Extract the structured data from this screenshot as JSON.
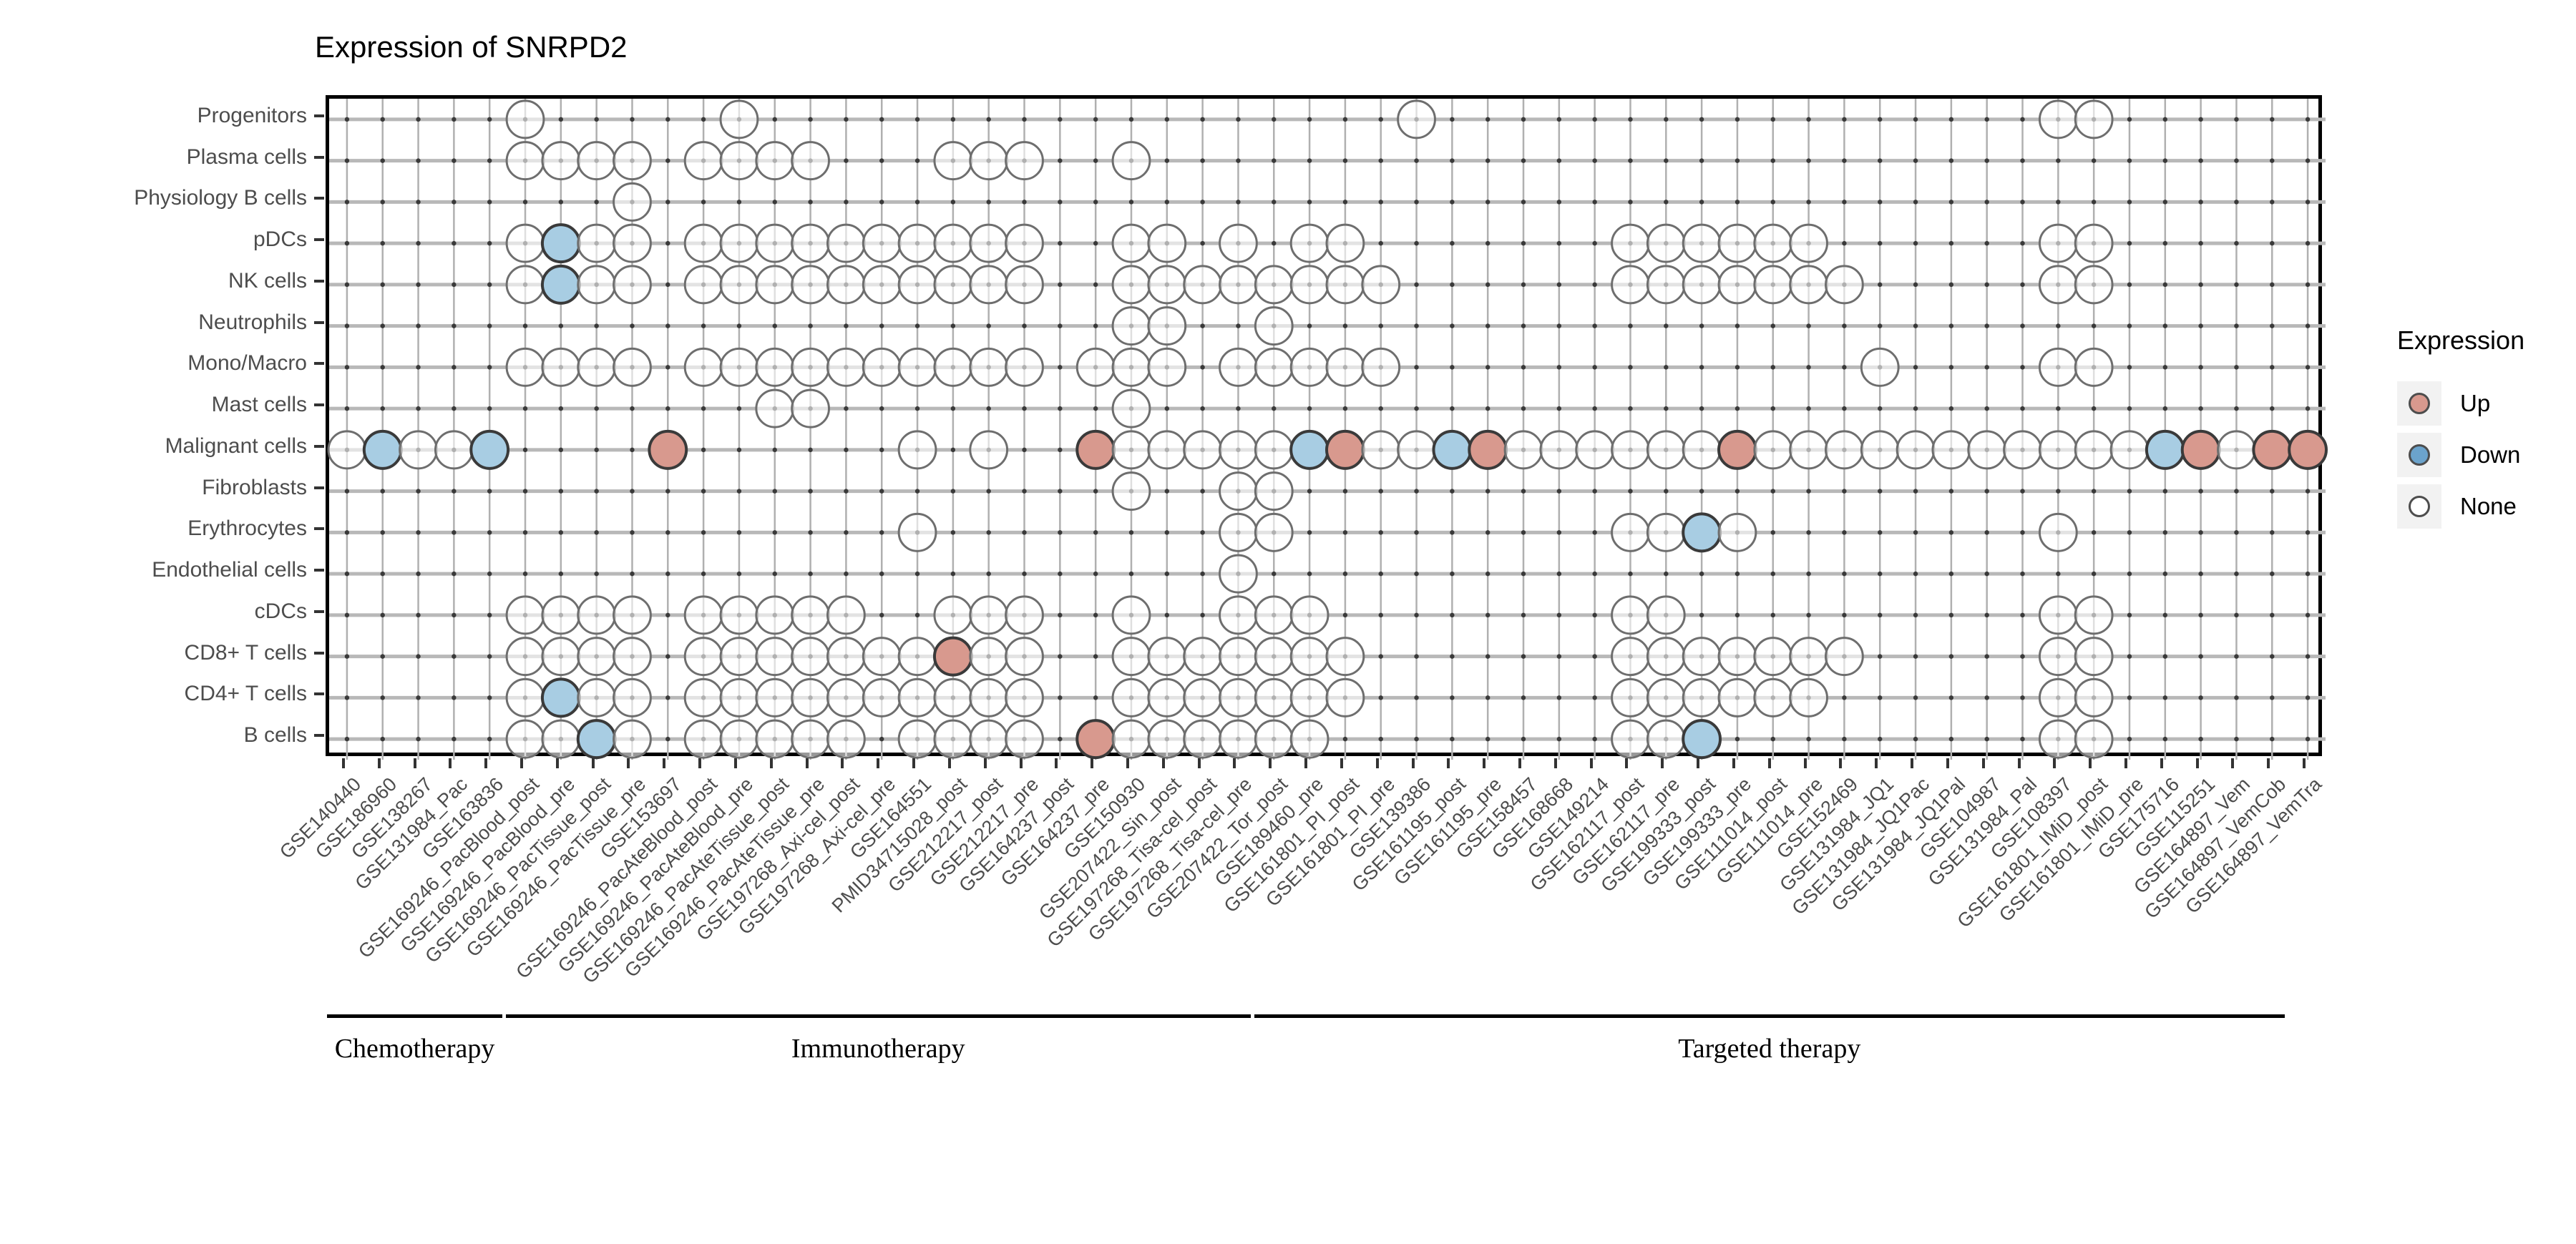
{
  "title": "Expression of SNRPD2",
  "legend": {
    "title": "Expression",
    "items": [
      {
        "label": "Up",
        "color": "#d8998e"
      },
      {
        "label": "Down",
        "color": "#6ba3cc"
      },
      {
        "label": "None",
        "color": "#ffffff"
      }
    ]
  },
  "groups": [
    {
      "label": "Chemotherapy",
      "start": 0,
      "end": 4
    },
    {
      "label": "Immunotherapy",
      "start": 5,
      "end": 25
    },
    {
      "label": "Targeted therapy",
      "start": 26,
      "end": 54
    }
  ],
  "chart_data": {
    "type": "heatmap",
    "title": "Expression of SNRPD2",
    "xlabel": "",
    "ylabel": "",
    "grid": true,
    "legend_position": "right",
    "categories_y": [
      "Progenitors",
      "Plasma cells",
      "Physiology B cells",
      "pDCs",
      "NK cells",
      "Neutrophils",
      "Mono/Macro",
      "Mast cells",
      "Malignant cells",
      "Fibroblasts",
      "Erythrocytes",
      "Endothelial cells",
      "cDCs",
      "CD8+ T cells",
      "CD4+ T cells",
      "B cells"
    ],
    "categories_x": [
      "GSE140440",
      "GSE186960",
      "GSE138267",
      "GSE131984_Pac",
      "GSE163836",
      "GSE169246_PacBlood_post",
      "GSE169246_PacBlood_pre",
      "GSE169246_PacTissue_post",
      "GSE169246_PacTissue_pre",
      "GSE153697",
      "GSE169246_PacAteBlood_post",
      "GSE169246_PacAteBlood_pre",
      "GSE169246_PacAteTissue_post",
      "GSE169246_PacAteTissue_pre",
      "GSE197268_Axi-cel_post",
      "GSE197268_Axi-cel_pre",
      "GSE164551",
      "PMID34715028_post",
      "GSE212217_post",
      "GSE212217_pre",
      "GSE164237_post",
      "GSE164237_pre",
      "GSE150930",
      "GSE207422_Sin_post",
      "GSE197268_Tisa-cel_post",
      "GSE197268_Tisa-cel_pre",
      "GSE207422_Tor_post",
      "GSE189460_pre",
      "GSE161801_PI_post",
      "GSE161801_PI_pre",
      "GSE139386",
      "GSE161195_post",
      "GSE161195_pre",
      "GSE158457",
      "GSE168668",
      "GSE149214",
      "GSE162117_post",
      "GSE162117_pre",
      "GSE199333_post",
      "GSE199333_pre",
      "GSE111014_post",
      "GSE111014_pre",
      "GSE152469",
      "GSE131984_JQ1",
      "GSE131984_JQ1Pac",
      "GSE131984_JQ1Pal",
      "GSE104987",
      "GSE131984_Pal",
      "GSE108397",
      "GSE161801_IMiD_post",
      "GSE161801_IMiD_pre",
      "GSE175716",
      "GSE115251",
      "GSE164897_Vem",
      "GSE164897_VemCob",
      "GSE164897_VemTra"
    ],
    "value_labels": {
      "1": "Up",
      "-1": "Down",
      "0": "None"
    },
    "note": "matrix rows follow categories_y order (top to bottom); each entry is [x_index, value] for present cells; absent cells are blank",
    "matrix": [
      {
        "row": "Progenitors",
        "cells": [
          [
            5,
            0
          ],
          [
            11,
            0
          ],
          [
            30,
            0
          ],
          [
            48,
            0
          ],
          [
            49,
            0
          ]
        ]
      },
      {
        "row": "Plasma cells",
        "cells": [
          [
            5,
            0
          ],
          [
            6,
            0
          ],
          [
            7,
            0
          ],
          [
            8,
            0
          ],
          [
            10,
            0
          ],
          [
            11,
            0
          ],
          [
            12,
            0
          ],
          [
            13,
            0
          ],
          [
            17,
            0
          ],
          [
            18,
            0
          ],
          [
            19,
            0
          ],
          [
            22,
            0
          ]
        ]
      },
      {
        "row": "Physiology B cells",
        "cells": [
          [
            8,
            0
          ]
        ]
      },
      {
        "row": "pDCs",
        "cells": [
          [
            5,
            0
          ],
          [
            6,
            -1
          ],
          [
            7,
            0
          ],
          [
            8,
            0
          ],
          [
            10,
            0
          ],
          [
            11,
            0
          ],
          [
            12,
            0
          ],
          [
            13,
            0
          ],
          [
            14,
            0
          ],
          [
            15,
            0
          ],
          [
            16,
            0
          ],
          [
            17,
            0
          ],
          [
            18,
            0
          ],
          [
            19,
            0
          ],
          [
            22,
            0
          ],
          [
            23,
            0
          ],
          [
            25,
            0
          ],
          [
            27,
            0
          ],
          [
            28,
            0
          ],
          [
            36,
            0
          ],
          [
            37,
            0
          ],
          [
            38,
            0
          ],
          [
            39,
            0
          ],
          [
            40,
            0
          ],
          [
            41,
            0
          ],
          [
            48,
            0
          ],
          [
            49,
            0
          ]
        ]
      },
      {
        "row": "NK cells",
        "cells": [
          [
            5,
            0
          ],
          [
            6,
            -1
          ],
          [
            7,
            0
          ],
          [
            8,
            0
          ],
          [
            10,
            0
          ],
          [
            11,
            0
          ],
          [
            12,
            0
          ],
          [
            13,
            0
          ],
          [
            14,
            0
          ],
          [
            15,
            0
          ],
          [
            16,
            0
          ],
          [
            17,
            0
          ],
          [
            18,
            0
          ],
          [
            19,
            0
          ],
          [
            22,
            0
          ],
          [
            23,
            0
          ],
          [
            24,
            0
          ],
          [
            25,
            0
          ],
          [
            26,
            0
          ],
          [
            27,
            0
          ],
          [
            28,
            0
          ],
          [
            29,
            0
          ],
          [
            36,
            0
          ],
          [
            37,
            0
          ],
          [
            38,
            0
          ],
          [
            39,
            0
          ],
          [
            40,
            0
          ],
          [
            41,
            0
          ],
          [
            42,
            0
          ],
          [
            48,
            0
          ],
          [
            49,
            0
          ]
        ]
      },
      {
        "row": "Neutrophils",
        "cells": [
          [
            22,
            0
          ],
          [
            23,
            0
          ],
          [
            26,
            0
          ]
        ]
      },
      {
        "row": "Mono/Macro",
        "cells": [
          [
            5,
            0
          ],
          [
            6,
            0
          ],
          [
            7,
            0
          ],
          [
            8,
            0
          ],
          [
            10,
            0
          ],
          [
            11,
            0
          ],
          [
            12,
            0
          ],
          [
            13,
            0
          ],
          [
            14,
            0
          ],
          [
            15,
            0
          ],
          [
            16,
            0
          ],
          [
            17,
            0
          ],
          [
            18,
            0
          ],
          [
            19,
            0
          ],
          [
            21,
            0
          ],
          [
            22,
            0
          ],
          [
            23,
            0
          ],
          [
            25,
            0
          ],
          [
            26,
            0
          ],
          [
            27,
            0
          ],
          [
            28,
            0
          ],
          [
            29,
            0
          ],
          [
            43,
            0
          ],
          [
            48,
            0
          ],
          [
            49,
            0
          ]
        ]
      },
      {
        "row": "Mast cells",
        "cells": [
          [
            12,
            0
          ],
          [
            13,
            0
          ],
          [
            22,
            0
          ]
        ]
      },
      {
        "row": "Malignant cells",
        "cells": [
          [
            0,
            0
          ],
          [
            1,
            -1
          ],
          [
            2,
            0
          ],
          [
            3,
            0
          ],
          [
            4,
            -1
          ],
          [
            9,
            1
          ],
          [
            16,
            0
          ],
          [
            18,
            0
          ],
          [
            21,
            1
          ],
          [
            22,
            0
          ],
          [
            23,
            0
          ],
          [
            24,
            0
          ],
          [
            25,
            0
          ],
          [
            26,
            0
          ],
          [
            27,
            -1
          ],
          [
            28,
            1
          ],
          [
            29,
            0
          ],
          [
            30,
            0
          ],
          [
            31,
            -1
          ],
          [
            32,
            1
          ],
          [
            33,
            0
          ],
          [
            34,
            0
          ],
          [
            35,
            0
          ],
          [
            36,
            0
          ],
          [
            37,
            0
          ],
          [
            38,
            0
          ],
          [
            39,
            1
          ],
          [
            40,
            0
          ],
          [
            41,
            0
          ],
          [
            42,
            0
          ],
          [
            43,
            0
          ],
          [
            44,
            0
          ],
          [
            45,
            0
          ],
          [
            46,
            0
          ],
          [
            47,
            0
          ],
          [
            48,
            0
          ],
          [
            49,
            0
          ],
          [
            50,
            0
          ],
          [
            51,
            -1
          ],
          [
            52,
            1
          ],
          [
            53,
            0
          ],
          [
            54,
            1
          ],
          [
            55,
            1
          ]
        ]
      },
      {
        "row": "Fibroblasts",
        "cells": [
          [
            22,
            0
          ],
          [
            25,
            0
          ],
          [
            26,
            0
          ]
        ]
      },
      {
        "row": "Erythrocytes",
        "cells": [
          [
            16,
            0
          ],
          [
            25,
            0
          ],
          [
            26,
            0
          ],
          [
            36,
            0
          ],
          [
            37,
            0
          ],
          [
            38,
            -1
          ],
          [
            39,
            0
          ],
          [
            48,
            0
          ]
        ]
      },
      {
        "row": "Endothelial cells",
        "cells": [
          [
            25,
            0
          ]
        ]
      },
      {
        "row": "cDCs",
        "cells": [
          [
            5,
            0
          ],
          [
            6,
            0
          ],
          [
            7,
            0
          ],
          [
            8,
            0
          ],
          [
            10,
            0
          ],
          [
            11,
            0
          ],
          [
            12,
            0
          ],
          [
            13,
            0
          ],
          [
            14,
            0
          ],
          [
            17,
            0
          ],
          [
            18,
            0
          ],
          [
            19,
            0
          ],
          [
            22,
            0
          ],
          [
            25,
            0
          ],
          [
            26,
            0
          ],
          [
            27,
            0
          ],
          [
            36,
            0
          ],
          [
            37,
            0
          ],
          [
            48,
            0
          ],
          [
            49,
            0
          ]
        ]
      },
      {
        "row": "CD8+ T cells",
        "cells": [
          [
            5,
            0
          ],
          [
            6,
            0
          ],
          [
            7,
            0
          ],
          [
            8,
            0
          ],
          [
            10,
            0
          ],
          [
            11,
            0
          ],
          [
            12,
            0
          ],
          [
            13,
            0
          ],
          [
            14,
            0
          ],
          [
            15,
            0
          ],
          [
            16,
            0
          ],
          [
            17,
            1
          ],
          [
            18,
            0
          ],
          [
            19,
            0
          ],
          [
            22,
            0
          ],
          [
            23,
            0
          ],
          [
            24,
            0
          ],
          [
            25,
            0
          ],
          [
            26,
            0
          ],
          [
            27,
            0
          ],
          [
            28,
            0
          ],
          [
            36,
            0
          ],
          [
            37,
            0
          ],
          [
            38,
            0
          ],
          [
            39,
            0
          ],
          [
            40,
            0
          ],
          [
            41,
            0
          ],
          [
            42,
            0
          ],
          [
            48,
            0
          ],
          [
            49,
            0
          ]
        ]
      },
      {
        "row": "CD4+ T cells",
        "cells": [
          [
            5,
            0
          ],
          [
            6,
            -1
          ],
          [
            7,
            0
          ],
          [
            8,
            0
          ],
          [
            10,
            0
          ],
          [
            11,
            0
          ],
          [
            12,
            0
          ],
          [
            13,
            0
          ],
          [
            14,
            0
          ],
          [
            15,
            0
          ],
          [
            16,
            0
          ],
          [
            17,
            0
          ],
          [
            18,
            0
          ],
          [
            19,
            0
          ],
          [
            22,
            0
          ],
          [
            23,
            0
          ],
          [
            24,
            0
          ],
          [
            25,
            0
          ],
          [
            26,
            0
          ],
          [
            27,
            0
          ],
          [
            28,
            0
          ],
          [
            36,
            0
          ],
          [
            37,
            0
          ],
          [
            38,
            0
          ],
          [
            39,
            0
          ],
          [
            40,
            0
          ],
          [
            41,
            0
          ],
          [
            48,
            0
          ],
          [
            49,
            0
          ]
        ]
      },
      {
        "row": "B cells",
        "cells": [
          [
            5,
            0
          ],
          [
            6,
            0
          ],
          [
            7,
            -1
          ],
          [
            8,
            0
          ],
          [
            10,
            0
          ],
          [
            11,
            0
          ],
          [
            12,
            0
          ],
          [
            13,
            0
          ],
          [
            14,
            0
          ],
          [
            16,
            0
          ],
          [
            17,
            0
          ],
          [
            18,
            0
          ],
          [
            19,
            0
          ],
          [
            21,
            1
          ],
          [
            22,
            0
          ],
          [
            23,
            0
          ],
          [
            24,
            0
          ],
          [
            25,
            0
          ],
          [
            26,
            0
          ],
          [
            27,
            0
          ],
          [
            36,
            0
          ],
          [
            37,
            0
          ],
          [
            38,
            -1
          ],
          [
            48,
            0
          ],
          [
            49,
            0
          ]
        ]
      }
    ]
  }
}
